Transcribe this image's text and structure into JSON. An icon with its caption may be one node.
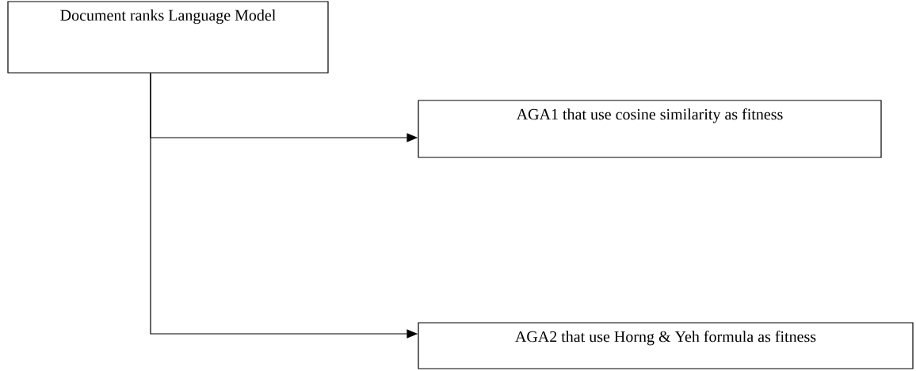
{
  "diagram": {
    "nodes": [
      {
        "text": [
          "Document ranks Language Model"
        ]
      },
      {
        "text": [
          "AGA1 that use cosine similarity as fitness"
        ]
      },
      {
        "text": [
          "AGA2 that use Horng & Yeh formula as fitness"
        ]
      }
    ],
    "edges": [
      {
        "from": 0,
        "to": 1,
        "arrow": "to"
      },
      {
        "from": 0,
        "to": 2,
        "arrow": "to"
      }
    ]
  }
}
